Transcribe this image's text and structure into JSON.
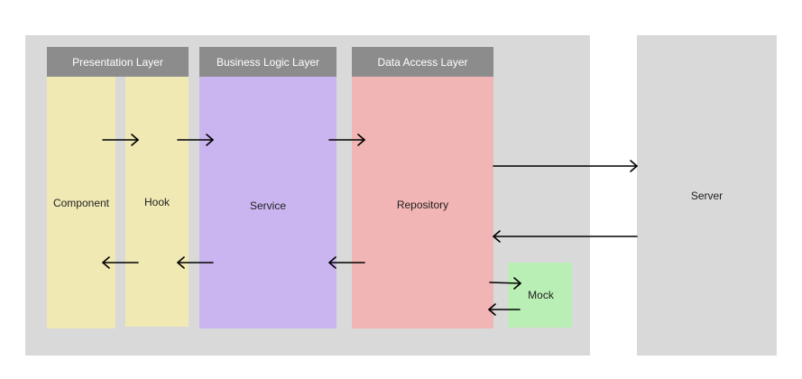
{
  "diagram": {
    "layers": {
      "presentation": "Presentation Layer",
      "business_logic": "Business Logic Layer",
      "data_access": "Data Access Layer"
    },
    "components": {
      "component": "Component",
      "hook": "Hook",
      "service": "Service",
      "repository": "Repository",
      "mock": "Mock",
      "server": "Server"
    },
    "colors": {
      "panel": "#d9d9d9",
      "layer_header": "#8c8c8c",
      "presentation_fill": "#f0e9b4",
      "service_fill": "#cbb5f1",
      "repository_fill": "#f2b5b5",
      "mock_fill": "#b9efb4"
    }
  }
}
